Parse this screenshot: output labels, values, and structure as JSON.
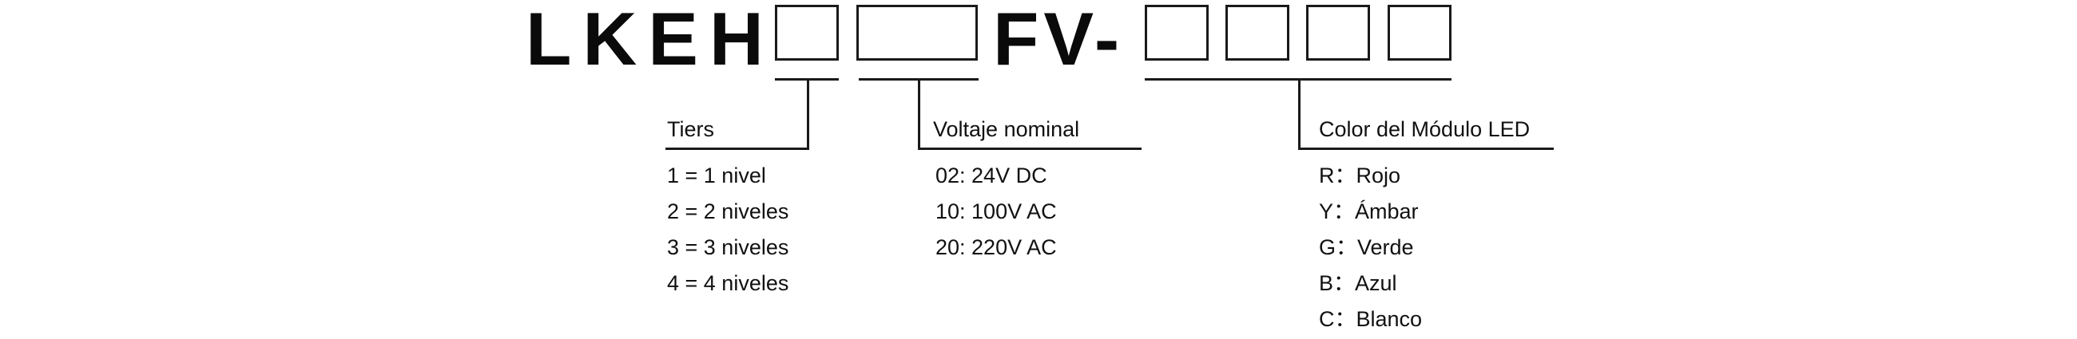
{
  "model": {
    "prefix": "LKEH",
    "middle": "FV-"
  },
  "groups": {
    "tiers": {
      "title": "Tiers",
      "options": [
        "1 = 1 nivel",
        "2 = 2 niveles",
        "3 = 3 niveles",
        "4 = 4 niveles"
      ]
    },
    "voltage": {
      "title": "Voltaje nominal",
      "options": [
        "02: 24V DC",
        "10: 100V AC",
        "20: 220V AC"
      ]
    },
    "color": {
      "title": "Color del Módulo LED",
      "options": [
        "R：Rojo",
        "Y：Ámbar",
        "G：Verde",
        "B：Azul",
        "C：Blanco"
      ]
    }
  }
}
